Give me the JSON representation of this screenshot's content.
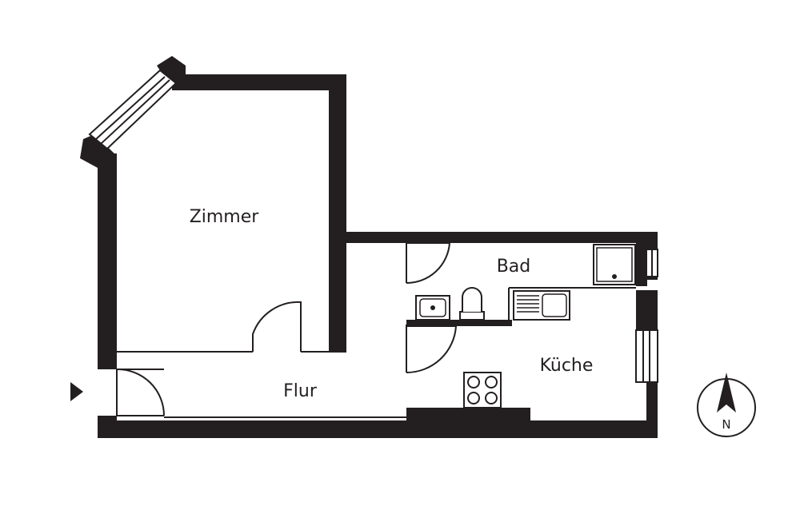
{
  "rooms": {
    "zimmer": "Zimmer",
    "bad": "Bad",
    "kueche": "Küche",
    "flur": "Flur"
  },
  "compass": {
    "label": "N"
  },
  "colors": {
    "wall": "#231f20",
    "background": "#ffffff"
  }
}
